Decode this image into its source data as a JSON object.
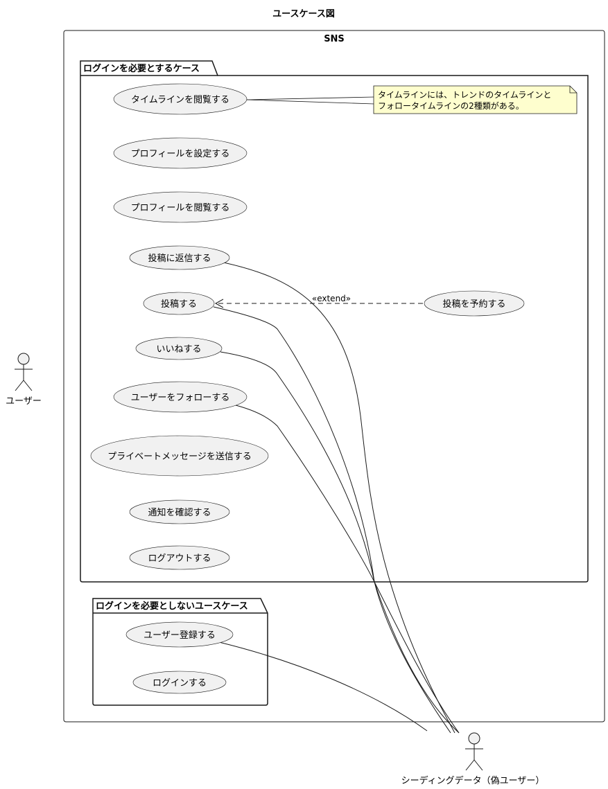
{
  "diagram": {
    "title": "ユースケース図",
    "system": "SNS",
    "packages": {
      "login_required": "ログインを必要とするケース",
      "login_not_required": "ログインを必要としないユースケース"
    },
    "use_cases": {
      "view_timeline": "タイムラインを閲覧する",
      "set_profile": "プロフィールを設定する",
      "view_profile": "プロフィールを閲覧する",
      "reply_post": "投稿に返信する",
      "post": "投稿する",
      "like": "いいねする",
      "follow_user": "ユーザーをフォローする",
      "send_dm": "プライベートメッセージを送信する",
      "check_notifications": "通知を確認する",
      "logout": "ログアウトする",
      "register_user": "ユーザー登録する",
      "login": "ログインする",
      "schedule_post": "投稿を予約する"
    },
    "note": {
      "line1": "タイムラインには、トレンドのタイムラインと",
      "line2": "フォロータイムラインの2種類がある。"
    },
    "extend_label": "«extend»",
    "actors": {
      "user": "ユーザー",
      "seeding": "シーディングデータ（偽ユーザー）"
    },
    "colors": {
      "usecase_fill": "#f1f1f1",
      "note_fill": "#fefece",
      "stroke": "#181818"
    }
  }
}
